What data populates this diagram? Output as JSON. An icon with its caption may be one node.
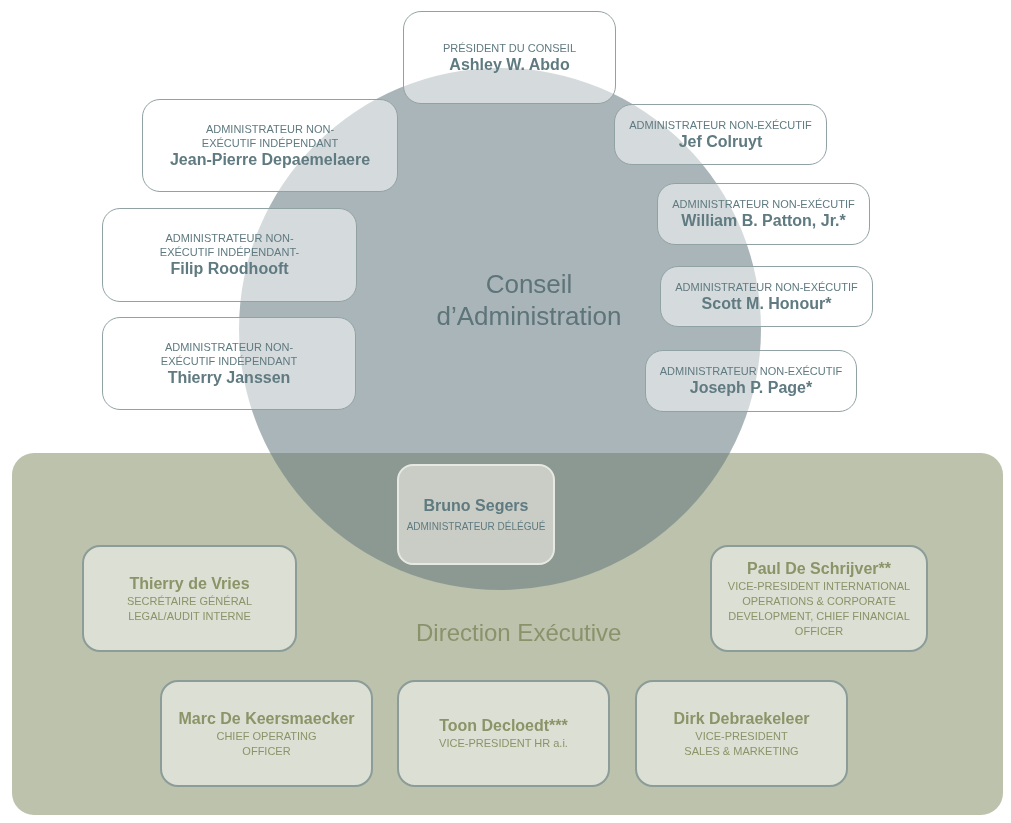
{
  "diagram": {
    "nodes": [
      {
        "text": [
          "Conseil d’Administration"
        ]
      },
      {
        "text": [
          "PRÉSIDENT DU CONSEIL",
          "Ashley W. Abdo"
        ]
      },
      {
        "text": [
          "ADMINISTRATEUR NON-EXÉCUTIF INDÉPENDANT",
          "Jean-Pierre Depaemelaere"
        ]
      },
      {
        "text": [
          "ADMINISTRATEUR NON-EXÉCUTIF",
          "Jef Colruyt"
        ]
      },
      {
        "text": [
          "ADMINISTRATEUR NON-EXÉCUTIF",
          "William B. Patton, Jr.*"
        ]
      },
      {
        "text": [
          "ADMINISTRATEUR NON-EXÉCUTIF INDÉPENDANT-",
          "Filip Roodhooft"
        ]
      },
      {
        "text": [
          "ADMINISTRATEUR NON-EXÉCUTIF",
          "Scott M. Honour*"
        ]
      },
      {
        "text": [
          "ADMINISTRATEUR NON-EXÉCUTIF INDÉPENDANT",
          "Thierry Janssen"
        ]
      },
      {
        "text": [
          "ADMINISTRATEUR NON-EXÉCUTIF",
          "Joseph P. Page*"
        ]
      },
      {
        "text": [
          "Direction Exécutive"
        ]
      },
      {
        "text": [
          "Bruno Segers",
          "ADMINISTRATEUR DÉLÉGUÉ"
        ]
      },
      {
        "text": [
          "Thierry de Vries",
          "SECRÉTAIRE GÉNÉRAL LEGAL/AUDIT INTERNE"
        ],
        "in": 9
      },
      {
        "text": [
          "Paul De Schrijver**",
          "VICE-PRESIDENT INTERNATIONAL OPERATIONS & CORPORATE DEVELOPMENT, CHIEF FINANCIAL OFFICER"
        ],
        "in": 9
      },
      {
        "text": [
          "Marc De Keersmaecker",
          "CHIEF OPERATING OFFICER"
        ],
        "in": 9
      },
      {
        "text": [
          "Toon Decloedt***",
          "VICE-PRESIDENT HR a.i."
        ],
        "in": 9
      },
      {
        "text": [
          "Dirk Debraekeleer",
          "VICE-PRESIDENT SALES & MARKETING"
        ],
        "in": 9
      }
    ]
  }
}
